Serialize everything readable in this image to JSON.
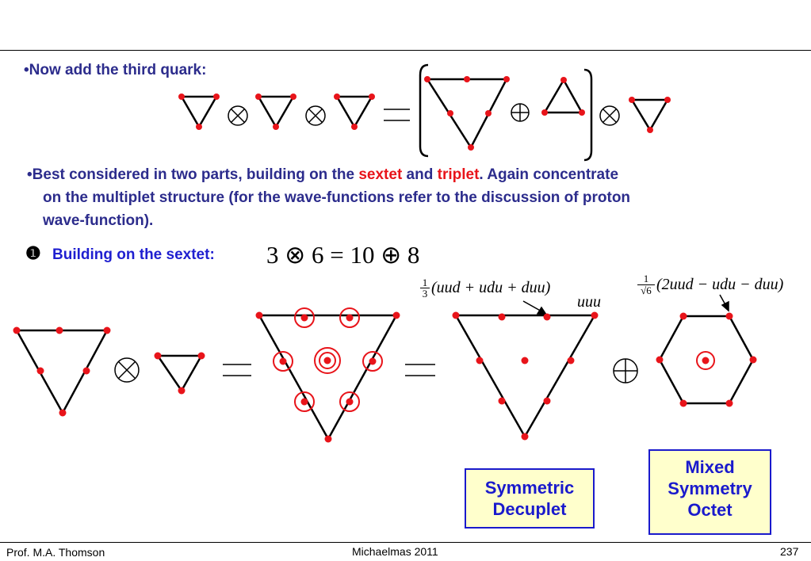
{
  "slide": {
    "bullet": "•",
    "line1": "Now add the third quark:",
    "para_a": "Best considered in two parts, building on the ",
    "sextet": "sextet",
    "and": " and ",
    "triplet": "triplet",
    "para_b": ". Again concentrate",
    "para_line2": "on the multiplet structure (for the wave-functions refer to the discussion of proton",
    "para_line3": "wave-function).",
    "step_marker": "❶",
    "step_label": "Building on the sextet:",
    "equation": "3 ⊗ 6 = 10 ⊕ 8",
    "sym_frac_num": "1",
    "sym_frac_den": "3",
    "sym_expr": "(uud + udu + duu)",
    "uuu": "uuu",
    "mixed_frac_num": "1",
    "mixed_frac_den": "√6",
    "mixed_expr": "(2uud − udu − duu)",
    "box_sym_l1": "Symmetric",
    "box_sym_l2": "Decuplet",
    "box_mix_l1": "Mixed",
    "box_mix_l2": "Symmetry",
    "box_mix_l3": "Octet"
  },
  "footer": {
    "author": "Prof. M.A. Thomson",
    "term": "Michaelmas 2011",
    "page": "237"
  },
  "colors": {
    "dot": "#e8141a",
    "heading": "#2c2c8c",
    "box_border": "#1a1acc",
    "box_fill": "#ffffcc"
  }
}
